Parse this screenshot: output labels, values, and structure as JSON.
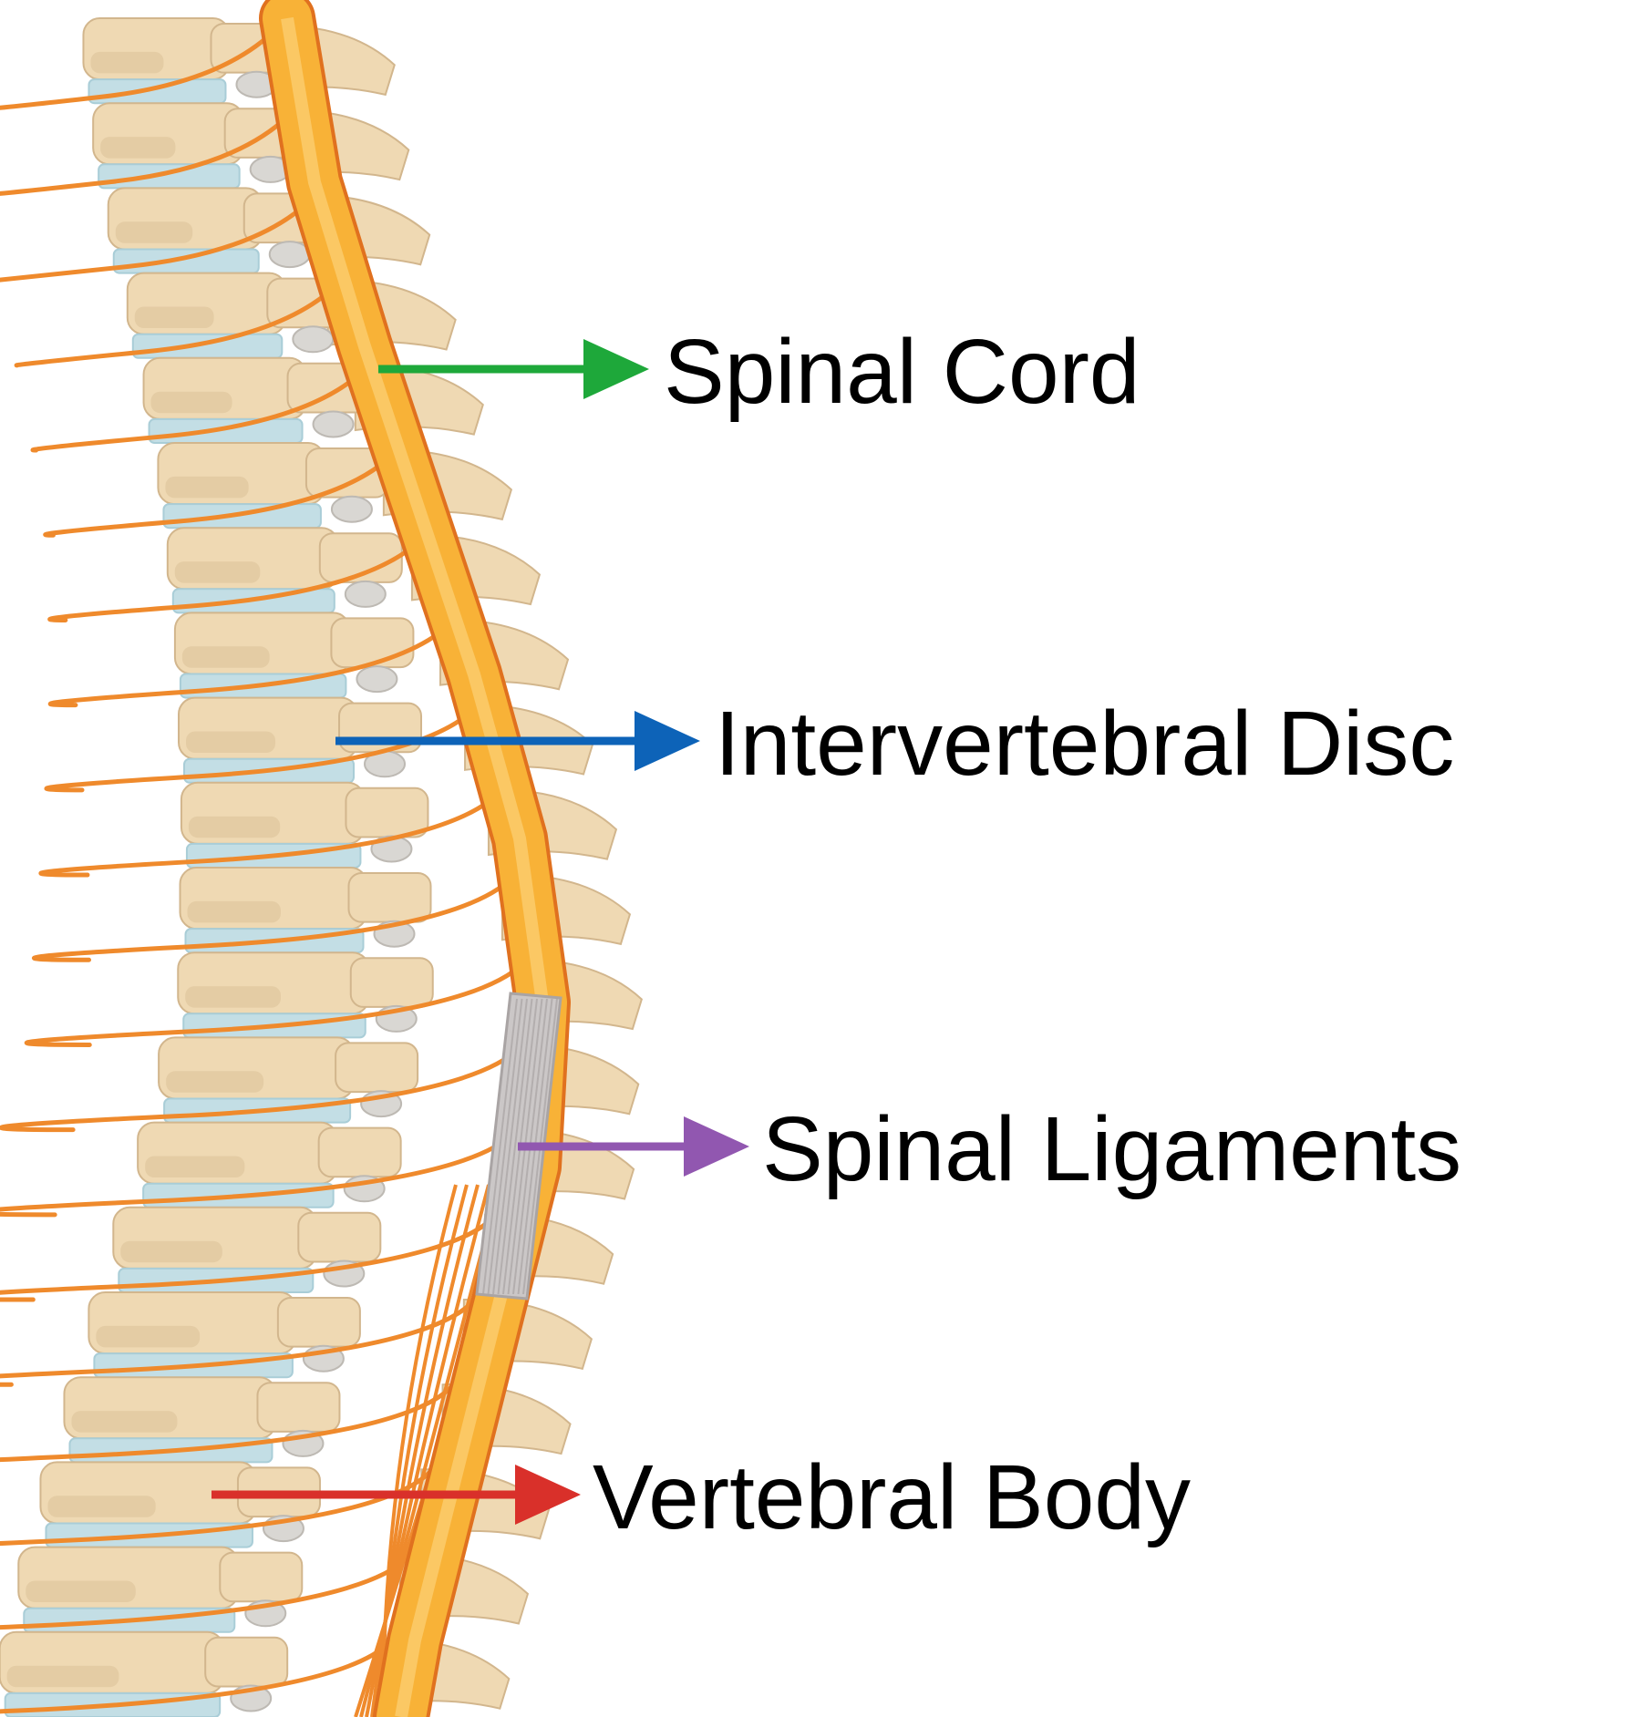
{
  "diagram": {
    "labels": [
      {
        "key": "spinal_cord",
        "text": "Spinal Cord",
        "color": "#1ea83a"
      },
      {
        "key": "intervertebral_disc",
        "text": "Intervertebral Disc",
        "color": "#0d63b8"
      },
      {
        "key": "spinal_ligaments",
        "text": "Spinal Ligaments",
        "color": "#9157b0"
      },
      {
        "key": "vertebral_body",
        "text": "Vertebral Body",
        "color": "#d9302a"
      }
    ],
    "colors": {
      "bone": "#efd9b3",
      "bone_outline": "#d2b68d",
      "bone_dark": "#d8bd93",
      "disc": "#c3dee5",
      "disc_dark": "#a9cdd7",
      "facet": "#d9d7d3",
      "cord": "#f8b237",
      "cord_edge": "#e0711f",
      "nerve": "#ef8a2c",
      "ligament": "#cbc7c7",
      "ligament_line": "#a9a4a4"
    },
    "vertebra_count": 20
  }
}
